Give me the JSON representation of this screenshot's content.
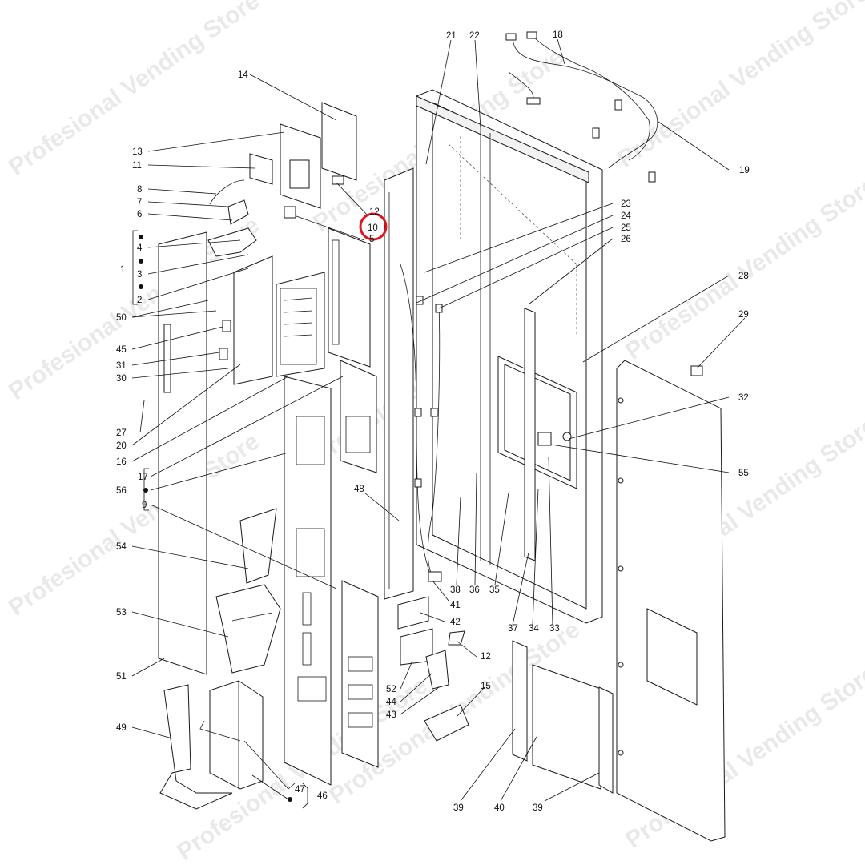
{
  "watermark": "Profesional Vending Store",
  "highlight": {
    "label": "10",
    "color": "#e0141e"
  },
  "callouts": {
    "c1": "1",
    "c2": "2",
    "c3": "3",
    "c4": "4",
    "c5": "5",
    "c6": "6",
    "c7": "7",
    "c8": "8",
    "c9": "9",
    "c10": "10",
    "c11": "11",
    "c12a": "12",
    "c12b": "12",
    "c13": "13",
    "c14": "14",
    "c15": "15",
    "c16": "16",
    "c17": "17",
    "c18": "18",
    "c19": "19",
    "c20": "20",
    "c21": "21",
    "c22": "22",
    "c23": "23",
    "c24": "24",
    "c25": "25",
    "c26": "26",
    "c27": "27",
    "c28": "28",
    "c29": "29",
    "c30": "30",
    "c31": "31",
    "c32": "32",
    "c33": "33",
    "c34": "34",
    "c35": "35",
    "c36": "36",
    "c37": "37",
    "c38": "38",
    "c39a": "39",
    "c39b": "39",
    "c40": "40",
    "c41": "41",
    "c42": "42",
    "c43": "43",
    "c44": "44",
    "c45": "45",
    "c46": "46",
    "c47": "47",
    "c48": "48",
    "c49": "49",
    "c50": "50",
    "c51": "51",
    "c52": "52",
    "c53": "53",
    "c54": "54",
    "c55": "55",
    "c56": "56"
  }
}
